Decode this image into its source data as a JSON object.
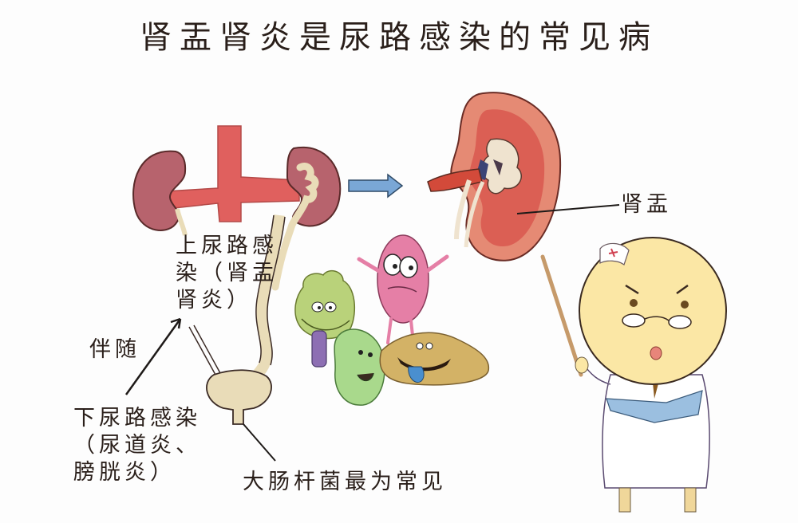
{
  "title": "肾盂肾炎是尿路感染的常见病",
  "labels": {
    "upper_uti": [
      "上尿路感",
      "染（肾盂",
      "肾炎）"
    ],
    "accompany": "伴随",
    "lower_uti": [
      "下尿路感染",
      "（尿道炎、",
      "膀胱炎）"
    ],
    "ecoli": "大肠杆菌最为常见",
    "renal_pelvis": "肾盂"
  },
  "colors": {
    "kidney": "#b7636d",
    "aorta": "#e0605e",
    "ureter": "#e9dcb8",
    "arrow": "#7aa7d6",
    "bacteria_green": "#b9d27a",
    "bacteria_pink": "#e57fa6",
    "bacteria_yellow": "#d3b266",
    "doctor_face": "#fbe7a5",
    "book": "#9bbfe0"
  }
}
